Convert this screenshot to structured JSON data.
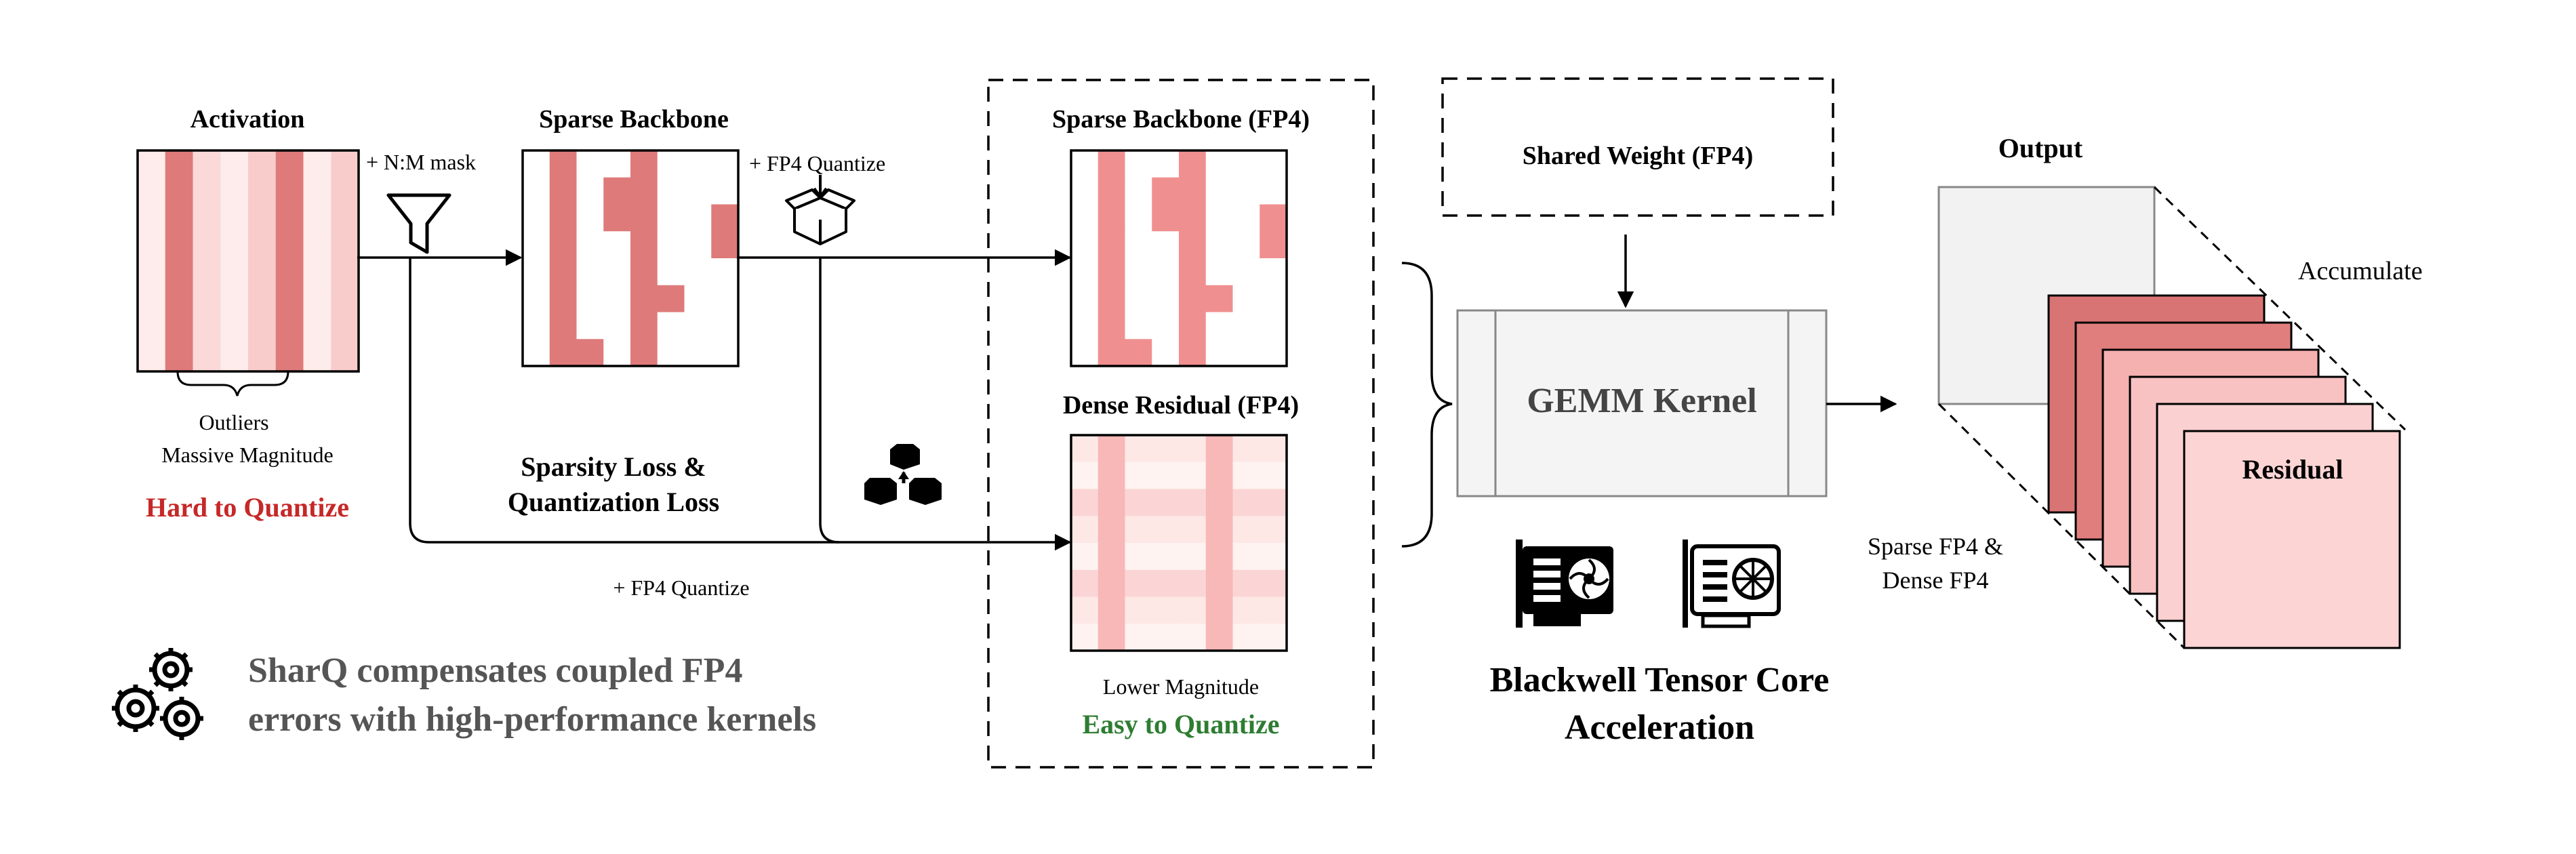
{
  "activation": {
    "title": "Activation",
    "mask_label": "+ N:M mask",
    "outliers_label": "Outliers",
    "magnitude_label": "Massive Magnitude",
    "hard_label": "Hard to Quantize"
  },
  "sparse_backbone": {
    "title": "Sparse Backbone",
    "quantize_label": "+ FP4 Quantize"
  },
  "losses": {
    "line1": "Sparsity Loss &",
    "line2": "Quantization Loss",
    "residual_quantize_label": "+ FP4 Quantize"
  },
  "fp4_box": {
    "sparse_title": "Sparse Backbone (FP4)",
    "dense_title": "Dense Residual (FP4)",
    "lower_label": "Lower Magnitude",
    "easy_label": "Easy to Quantize"
  },
  "kernel": {
    "shared_weight": "Shared Weight (FP4)",
    "gemm_label": "GEMM Kernel",
    "accel_line1": "Blackwell Tensor Core",
    "accel_line2": "Acceleration"
  },
  "output": {
    "title": "Output",
    "accumulate": "Accumulate",
    "residual": "Residual",
    "sparse_dense_line1": "Sparse FP4 &",
    "sparse_dense_line2": "Dense FP4"
  },
  "summary": {
    "line1": "SharQ compensates coupled FP4",
    "line2": "errors with high-performance kernels"
  },
  "colors": {
    "hard_red": "#c62828",
    "easy_green": "#2e7d32",
    "outlier_red": "#e07a7a",
    "backbone_red": "#df7a7a",
    "backbone_fp4": "#f08f8f",
    "residual_light": "#fbc4c4",
    "summary_gray": "#555555"
  },
  "icons": {
    "mask": "filter-icon",
    "quantize": "open-box-icon",
    "residual": "stacked-cubes-icon",
    "summary": "gears-icon",
    "gpu_dark": "gpu-card-dark-icon",
    "gpu_outline": "gpu-card-outline-icon"
  }
}
